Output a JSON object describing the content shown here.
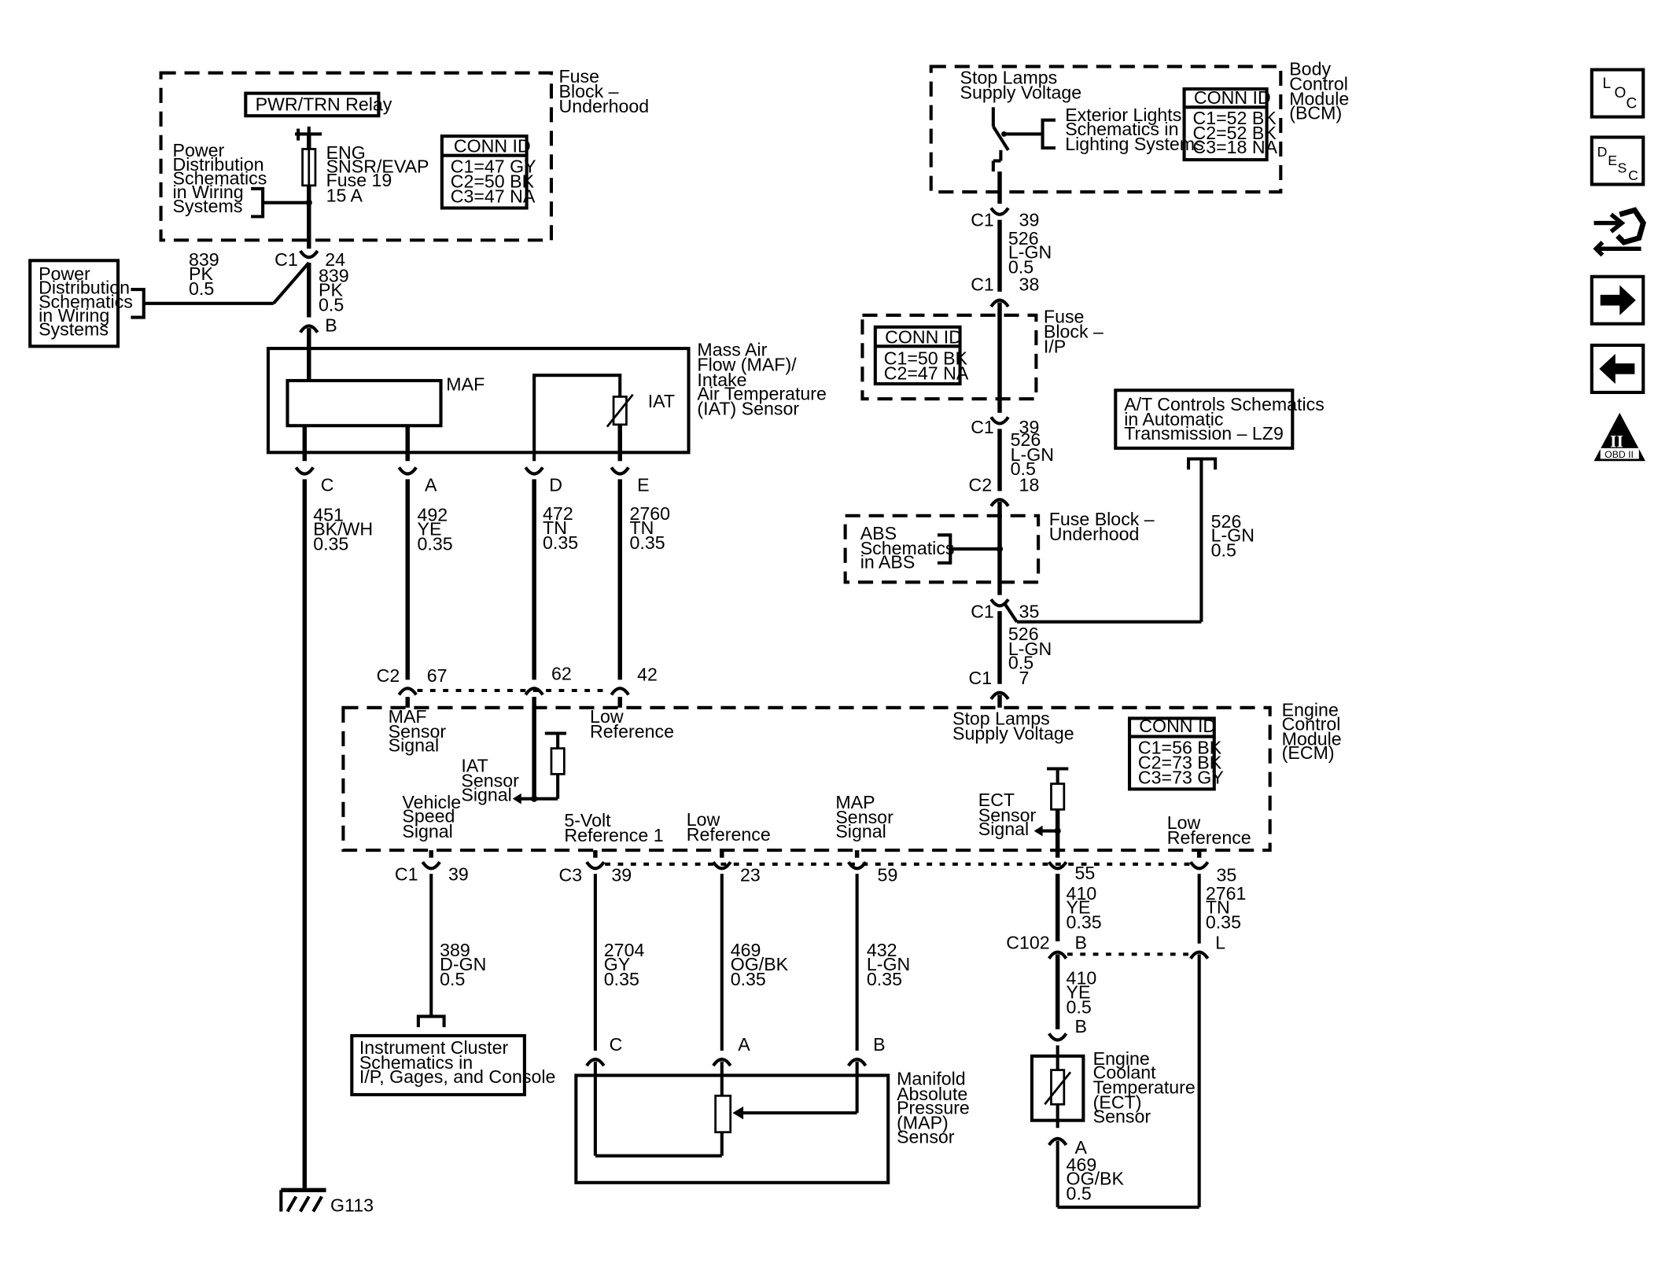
{
  "fuse_block_underhood": {
    "title": [
      "Fuse",
      "Block –",
      "Underhood"
    ],
    "relay": "PWR/TRN Relay",
    "fuse": [
      "ENG",
      "SNSR/EVAP",
      "Fuse 19",
      "15 A"
    ],
    "power_ref": [
      "Power",
      "Distribution",
      "Schematics",
      "in Wiring",
      "Systems"
    ],
    "conn_id": {
      "title": "CONN ID",
      "rows": [
        "C1=47 GY",
        "C2=50 BK",
        "C3=47 NA"
      ]
    }
  },
  "power_dist_left": [
    "Power",
    "Distribution",
    "Schematics",
    "in Wiring",
    "Systems"
  ],
  "wire_839_left": [
    "839",
    "PK",
    "0.5"
  ],
  "wire_839_right": [
    "839",
    "PK",
    "0.5"
  ],
  "c1_24": {
    "conn": "C1",
    "pin": "24"
  },
  "pin_b_top": "B",
  "maf_sensor": {
    "title": [
      "Mass Air",
      "Flow (MAF)/",
      "Intake",
      "Air Temperature",
      "(IAT) Sensor"
    ],
    "maf_label": "MAF",
    "iat_label": "IAT",
    "pins": [
      "C",
      "A",
      "D",
      "E"
    ]
  },
  "wires_maf": [
    [
      "451",
      "BK/WH",
      "0.35"
    ],
    [
      "492",
      "YE",
      "0.35"
    ],
    [
      "472",
      "TN",
      "0.35"
    ],
    [
      "2760",
      "TN",
      "0.35"
    ]
  ],
  "ecm_c2": {
    "conn": "C2",
    "pins": [
      "67",
      "62",
      "42"
    ]
  },
  "ground": "G113",
  "bcm": {
    "title": [
      "Body",
      "Control",
      "Module",
      "(BCM)"
    ],
    "stop_lamps": [
      "Stop Lamps",
      "Supply Voltage"
    ],
    "ext_lights": [
      "Exterior Lights",
      "Schematics in",
      "Lighting Systems"
    ],
    "conn_id": {
      "title": "CONN ID",
      "rows": [
        "C1=52 BK",
        "C2=52 BK",
        "C3=18 NA"
      ]
    }
  },
  "c1_39_top": {
    "conn": "C1",
    "pin": "39"
  },
  "wire_526_a": [
    "526",
    "L-GN",
    "0.5"
  ],
  "c1_38": {
    "conn": "C1",
    "pin": "38"
  },
  "fuse_block_ip": {
    "title": [
      "Fuse",
      "Block –",
      "I/P"
    ],
    "conn_id": {
      "title": "CONN ID",
      "rows": [
        "C1=50 BK",
        "C2=47 NA"
      ]
    }
  },
  "c1_39_mid": {
    "conn": "C1",
    "pin": "39"
  },
  "wire_526_b": [
    "526",
    "L-GN",
    "0.5"
  ],
  "c2_18": {
    "conn": "C2",
    "pin": "18"
  },
  "at_controls": [
    "A/T Controls Schematics",
    "in Automatic",
    "Transmission – LZ9"
  ],
  "wire_526_at": [
    "526",
    "L-GN",
    "0.5"
  ],
  "fuse_block_underhood_2": {
    "title": [
      "Fuse Block –",
      "Underhood"
    ],
    "abs": [
      "ABS",
      "Schematics",
      "in ABS"
    ]
  },
  "c1_35": {
    "conn": "C1",
    "pin": "35"
  },
  "wire_526_c": [
    "526",
    "L-GN",
    "0.5"
  ],
  "c1_7": {
    "conn": "C1",
    "pin": "7"
  },
  "ecm": {
    "title": [
      "Engine",
      "Control",
      "Module",
      "(ECM)"
    ],
    "conn_id": {
      "title": "CONN ID",
      "rows": [
        "C1=56 BK",
        "C2=73 BK",
        "C3=73 GY"
      ]
    },
    "maf_signal": [
      "MAF",
      "Sensor",
      "Signal"
    ],
    "low_ref_top": [
      "Low",
      "Reference"
    ],
    "stop_lamps": [
      "Stop Lamps",
      "Supply Voltage"
    ],
    "iat_signal": [
      "IAT",
      "Sensor",
      "Signal"
    ],
    "vss": [
      "Vehicle",
      "Speed",
      "Signal"
    ],
    "five_volt": [
      "5-Volt",
      "Reference 1"
    ],
    "low_ref_mid": [
      "Low",
      "Reference"
    ],
    "map_signal": [
      "MAP",
      "Sensor",
      "Signal"
    ],
    "ect_signal": [
      "ECT",
      "Sensor",
      "Signal"
    ],
    "low_ref_right": [
      "Low",
      "Reference"
    ]
  },
  "ecm_c1_39": {
    "conn": "C1",
    "pin": "39"
  },
  "ecm_c3": {
    "conn": "C3",
    "pins": [
      "39",
      "23",
      "59",
      "55",
      "35"
    ]
  },
  "wire_389": [
    "389",
    "D-GN",
    "0.5"
  ],
  "instrument_cluster": [
    "Instrument Cluster",
    "Schematics in",
    "I/P, Gages, and Console"
  ],
  "wires_map": [
    [
      "2704",
      "GY",
      "0.35"
    ],
    [
      "469",
      "OG/BK",
      "0.35"
    ],
    [
      "432",
      "L-GN",
      "0.35"
    ]
  ],
  "map_sensor": {
    "title": [
      "Manifold",
      "Absolute",
      "Pressure",
      "(MAP)",
      "Sensor"
    ],
    "pins": [
      "C",
      "A",
      "B"
    ]
  },
  "wire_410_a": [
    "410",
    "YE",
    "0.35"
  ],
  "wire_2761": [
    "2761",
    "TN",
    "0.35"
  ],
  "c102": {
    "conn": "C102",
    "pin_b": "B",
    "pin_l": "L"
  },
  "wire_410_b": [
    "410",
    "YE",
    "0.5"
  ],
  "ect_sensor": {
    "title": [
      "Engine",
      "Coolant",
      "Temperature",
      "(ECT)",
      "Sensor"
    ],
    "pin_b": "B",
    "pin_a": "A"
  },
  "wire_469_ect": [
    "469",
    "OG/BK",
    "0.5"
  ],
  "nav": {
    "loc": [
      "L",
      "O",
      "C"
    ],
    "desc": [
      "D",
      "E",
      "S",
      "C"
    ],
    "obd": "OBD II",
    "obd_num": "II"
  }
}
